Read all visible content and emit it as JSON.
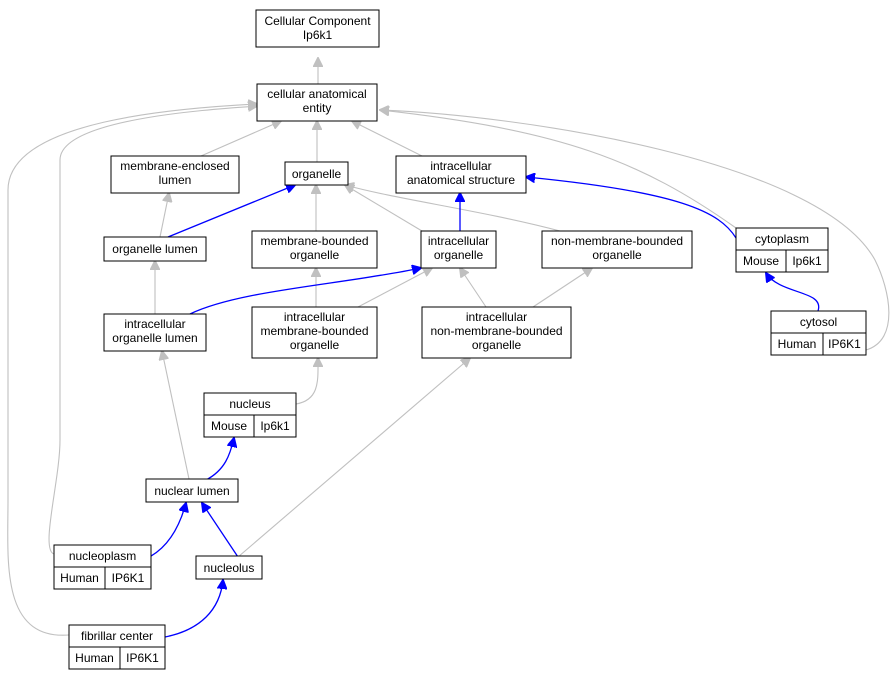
{
  "colors": {
    "mouse": "#add8e6",
    "human": "#ff6347",
    "is_a_edge": "#c0c0c0",
    "part_of_edge": "#0000ff"
  },
  "nodes": {
    "root": {
      "line1": "Cellular Component",
      "line2": "Ip6k1"
    },
    "cae": {
      "line1": "cellular anatomical",
      "line2": "entity"
    },
    "mel": {
      "line1": "membrane-enclosed",
      "line2": "lumen"
    },
    "organelle": {
      "line1": "organelle"
    },
    "ias": {
      "line1": "intracellular",
      "line2": "anatomical structure"
    },
    "olumen": {
      "line1": "organelle lumen"
    },
    "mbo": {
      "line1": "membrane-bounded",
      "line2": "organelle"
    },
    "io": {
      "line1": "intracellular",
      "line2": "organelle"
    },
    "nmbo": {
      "line1": "non-membrane-bounded",
      "line2": "organelle"
    },
    "cytoplasm": {
      "line1": "cytoplasm",
      "species": "Mouse",
      "gene": "Ip6k1"
    },
    "iol": {
      "line1": "intracellular",
      "line2": "organelle lumen"
    },
    "imbo": {
      "line1": "intracellular",
      "line2": "membrane-bounded",
      "line3": "organelle"
    },
    "inmbo": {
      "line1": "intracellular",
      "line2": "non-membrane-bounded",
      "line3": "organelle"
    },
    "cytosol": {
      "line1": "cytosol",
      "species": "Human",
      "gene": "IP6K1"
    },
    "nucleus": {
      "line1": "nucleus",
      "species": "Mouse",
      "gene": "Ip6k1"
    },
    "nlumen": {
      "line1": "nuclear lumen"
    },
    "nucleoplasm": {
      "line1": "nucleoplasm",
      "species": "Human",
      "gene": "IP6K1"
    },
    "nucleolus": {
      "line1": "nucleolus"
    },
    "fibrillar": {
      "line1": "fibrillar center",
      "species": "Human",
      "gene": "IP6K1"
    }
  },
  "edges": [
    {
      "from": "cae",
      "to": "root",
      "type": "is_a"
    },
    {
      "from": "mel",
      "to": "cae",
      "type": "is_a"
    },
    {
      "from": "organelle",
      "to": "cae",
      "type": "is_a"
    },
    {
      "from": "ias",
      "to": "cae",
      "type": "is_a"
    },
    {
      "from": "olumen",
      "to": "mel",
      "type": "is_a"
    },
    {
      "from": "olumen",
      "to": "organelle",
      "type": "part_of"
    },
    {
      "from": "mbo",
      "to": "organelle",
      "type": "is_a"
    },
    {
      "from": "io",
      "to": "organelle",
      "type": "is_a"
    },
    {
      "from": "io",
      "to": "ias",
      "type": "part_of"
    },
    {
      "from": "nmbo",
      "to": "organelle",
      "type": "is_a"
    },
    {
      "from": "cytoplasm",
      "to": "ias",
      "type": "part_of"
    },
    {
      "from": "cytoplasm",
      "to": "cae",
      "type": "is_a"
    },
    {
      "from": "iol",
      "to": "olumen",
      "type": "is_a"
    },
    {
      "from": "iol",
      "to": "io",
      "type": "part_of"
    },
    {
      "from": "imbo",
      "to": "mbo",
      "type": "is_a"
    },
    {
      "from": "imbo",
      "to": "io",
      "type": "is_a"
    },
    {
      "from": "inmbo",
      "to": "io",
      "type": "is_a"
    },
    {
      "from": "inmbo",
      "to": "nmbo",
      "type": "is_a"
    },
    {
      "from": "cytosol",
      "to": "cytoplasm",
      "type": "part_of"
    },
    {
      "from": "cytosol",
      "to": "cae",
      "type": "is_a"
    },
    {
      "from": "nucleus",
      "to": "imbo",
      "type": "is_a"
    },
    {
      "from": "nlumen",
      "to": "iol",
      "type": "is_a"
    },
    {
      "from": "nlumen",
      "to": "nucleus",
      "type": "part_of"
    },
    {
      "from": "nucleoplasm",
      "to": "nlumen",
      "type": "part_of"
    },
    {
      "from": "nucleoplasm",
      "to": "cae",
      "type": "is_a"
    },
    {
      "from": "nucleolus",
      "to": "nlumen",
      "type": "part_of"
    },
    {
      "from": "nucleolus",
      "to": "inmbo",
      "type": "is_a"
    },
    {
      "from": "fibrillar",
      "to": "nucleolus",
      "type": "part_of"
    },
    {
      "from": "fibrillar",
      "to": "cae",
      "type": "is_a"
    }
  ]
}
